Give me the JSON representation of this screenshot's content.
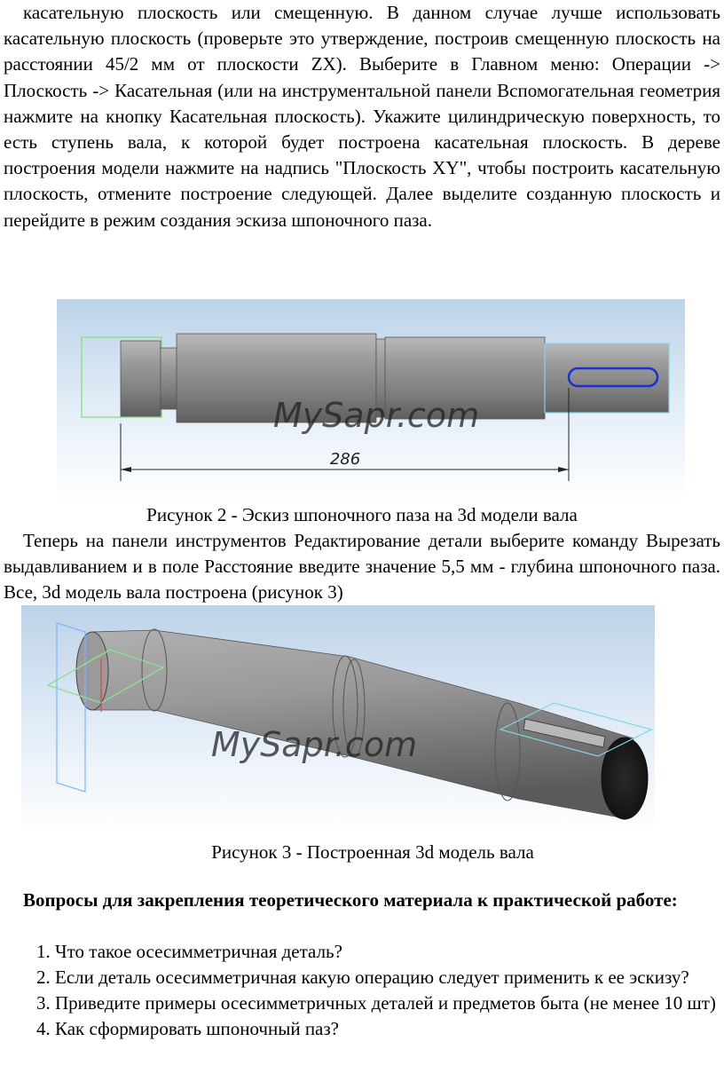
{
  "intro_paragraph": "касательную плоскость или смещенную. В данном случае лучше использовать касательную плоскость (проверьте это утверждение, построив смещенную плоскость на расстоянии 45/2 мм от плоскости ZX). Выберите в Главном меню: Операции -> Плоскость -> Касательная (или на инструментальной панели Вспомогательная геометрия нажмите на кнопку Касательная плоскость). Укажите цилиндрическую поверхность, то есть ступень вала, к которой будет построена касательная плоскость. В дереве построения модели нажмите на надпись \"Плоскость XY\", чтобы построить касательную плоскость, отмените построение следующей. Далее выделите созданную плоскость и перейдите в режим создания эскиза шпоночного паза.",
  "figure2": {
    "dimension_label": "286",
    "watermark": "MySapr.com",
    "caption": "Рисунок 2 - Эскиз шпоночного паза на 3d модели вала"
  },
  "middle_paragraph": "Теперь на панели инструментов Редактирование детали выберите команду Вырезать выдавливанием и в поле Расстояние введите значение 5,5 мм - глубина шпоночного паза. Все, 3d модель вала построена (рисунок 3)",
  "figure3": {
    "watermark": "MySapr.com",
    "caption": "Рисунок 3 - Построенная 3d модель вала"
  },
  "questions_heading": "Вопросы для закрепления теоретического материала к практической работе:",
  "questions": [
    "Что такое осесимметричная деталь?",
    "Если деталь осесимметричная какую операцию следует применить к ее эскизу?",
    "Приведите примеры осесимметричных деталей и предметов быта (не менее 10 шт)",
    "Как сформировать шпоночный паз?"
  ],
  "colors": {
    "viewport_bg_top": "#c9dcec",
    "viewport_bg_bottom": "#ffffff",
    "shaft_gray": "#8c8c8c",
    "sketch_blue": "#1a2fd6",
    "plane_green": "#7fe07f",
    "plane_cyan": "#7fd6e6"
  }
}
